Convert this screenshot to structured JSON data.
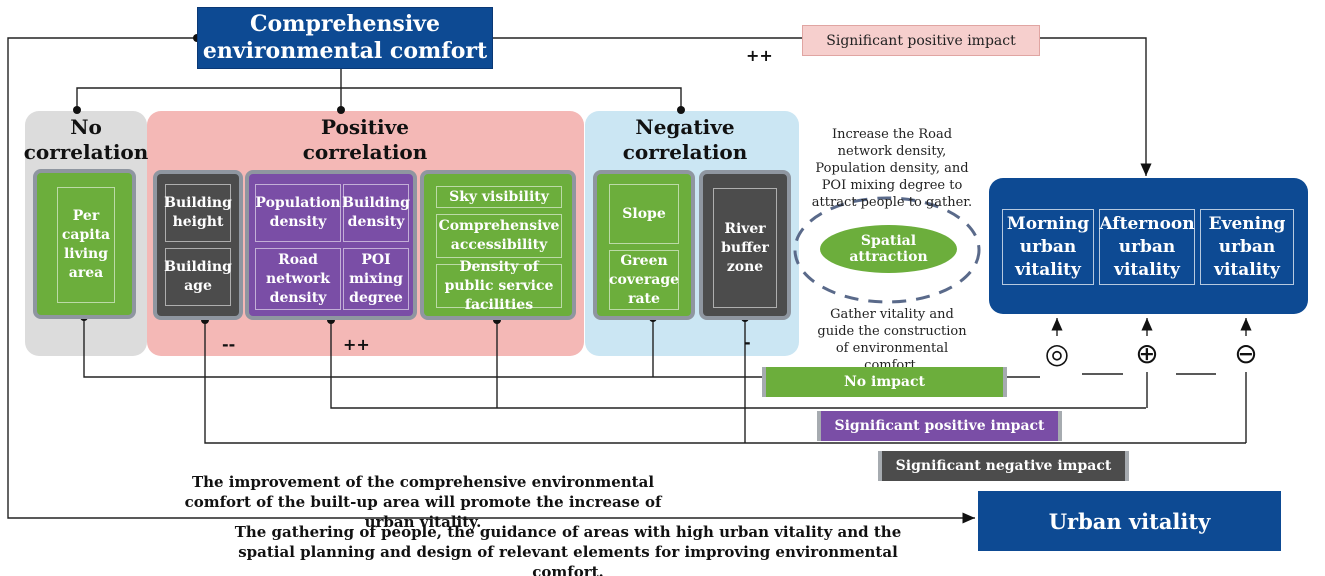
{
  "title": "Comprehensive environmental comfort",
  "top_impact_label": "Significant positive impact",
  "top_sign": "++",
  "groups": {
    "no_correlation": {
      "heading": "No correlation",
      "items": [
        "Per capita living area"
      ]
    },
    "positive": {
      "heading": "Positive correlation",
      "dark_items": [
        "Building height",
        "Building age"
      ],
      "purple_items": [
        "Population density",
        "Building density",
        "Road network density",
        "POI mixing degree"
      ],
      "green_items": [
        "Sky visibility",
        "Comprehensive accessibility",
        "Density of public service facilities"
      ],
      "sign_dark": "--",
      "sign_purple": "++"
    },
    "negative": {
      "heading": "Negative correlation",
      "green_items": [
        "Slope",
        "Green coverage rate"
      ],
      "dark_items": [
        "River buffer zone"
      ],
      "sign": "-"
    }
  },
  "spatial": {
    "label": "Spatial attraction",
    "note_top": "Increase the Road network density, Population density, and POI mixing degree to attract people to gather.",
    "note_bottom": "Gather vitality and guide the construction of environmental comfort."
  },
  "vitality": {
    "items": [
      "Morning urban vitality",
      "Afternoon urban vitality",
      "Evening urban vitality"
    ],
    "symbols": [
      "◎",
      "⊕",
      "⊖"
    ]
  },
  "legend": {
    "no_impact": "No impact",
    "sig_positive": "Significant positive impact",
    "sig_negative": "Significant negative impact"
  },
  "captions": {
    "improvement": "The improvement of the comprehensive environmental comfort of the built-up area will promote the increase of urban vitality.",
    "gathering": "The gathering of people, the guidance of areas with high urban vitality and the spatial planning and design of relevant elements for improving environmental comfort."
  },
  "urban_vitality": "Urban vitality",
  "colors": {
    "navy": "#0d4a93",
    "green": "#6cae3c",
    "purple": "#7a4ea6",
    "dark": "#4c4c4c",
    "pink_bg": "#f4b8b6",
    "blue_bg": "#cbe6f3",
    "gray_bg": "#dcdcdc"
  }
}
